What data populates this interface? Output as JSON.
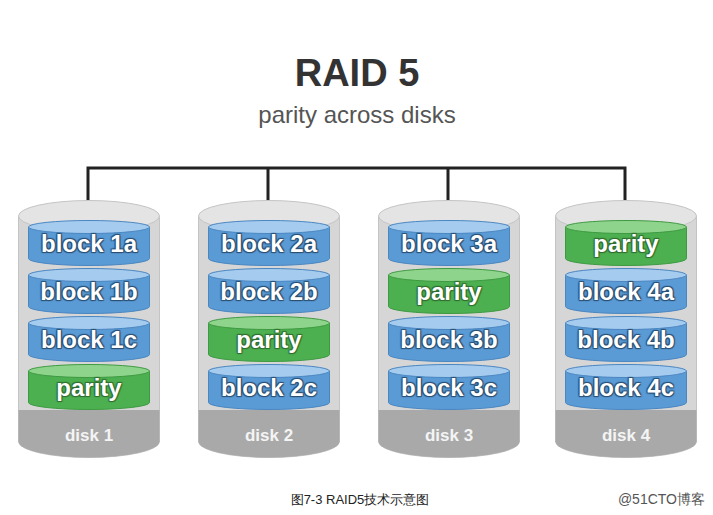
{
  "diagram": {
    "title": "RAID 5",
    "caption": "图7-3  RAID5技术示意图",
    "nodes": [
      {
        "text": [
          "disk 1"
        ]
      },
      {
        "text": [
          "block 1a"
        ],
        "in": 0
      },
      {
        "text": [
          "block 1b"
        ],
        "in": 0
      },
      {
        "text": [
          "block 1c"
        ],
        "in": 0
      },
      {
        "text": [
          "parity"
        ],
        "in": 0
      },
      {
        "text": [
          "disk 2"
        ]
      },
      {
        "text": [
          "block 2a"
        ],
        "in": 5
      },
      {
        "text": [
          "block 2b"
        ],
        "in": 5
      },
      {
        "text": [
          "parity"
        ],
        "in": 5
      },
      {
        "text": [
          "block 2c"
        ],
        "in": 5
      },
      {
        "text": [
          "disk 3"
        ]
      },
      {
        "text": [
          "block 3a"
        ],
        "in": 10
      },
      {
        "text": [
          "parity"
        ],
        "in": 10
      },
      {
        "text": [
          "block 3b"
        ],
        "in": 10
      },
      {
        "text": [
          "block 3c"
        ],
        "in": 10
      },
      {
        "text": [
          "disk 4"
        ]
      },
      {
        "text": [
          "parity"
        ],
        "in": 15
      },
      {
        "text": [
          "block 4a"
        ],
        "in": 15
      },
      {
        "text": [
          "block 4b"
        ],
        "in": 15
      },
      {
        "text": [
          "block 4c"
        ],
        "in": 15
      }
    ],
    "labels": [
      "parity across disks",
      "@51CTO博客"
    ]
  }
}
